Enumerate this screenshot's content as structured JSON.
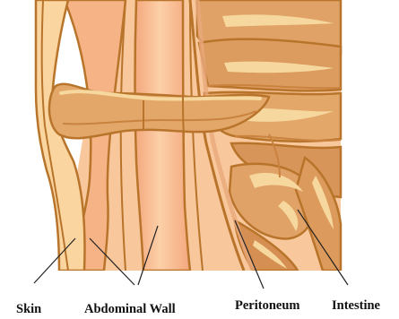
{
  "labels": {
    "skin": "Skin",
    "abdominal_wall": "Abdominal Wall",
    "peritoneum": "Peritoneum",
    "intestine": "Intestine"
  },
  "colors": {
    "outline": "#b8742a",
    "skin_fill": "#fbd5a0",
    "muscle_fill": "#f7b789",
    "intestine_fill": "#e0a266",
    "intestine_light": "#f6d89e",
    "intestine_shadow": "#c9833f",
    "leader_line": "#222222"
  }
}
